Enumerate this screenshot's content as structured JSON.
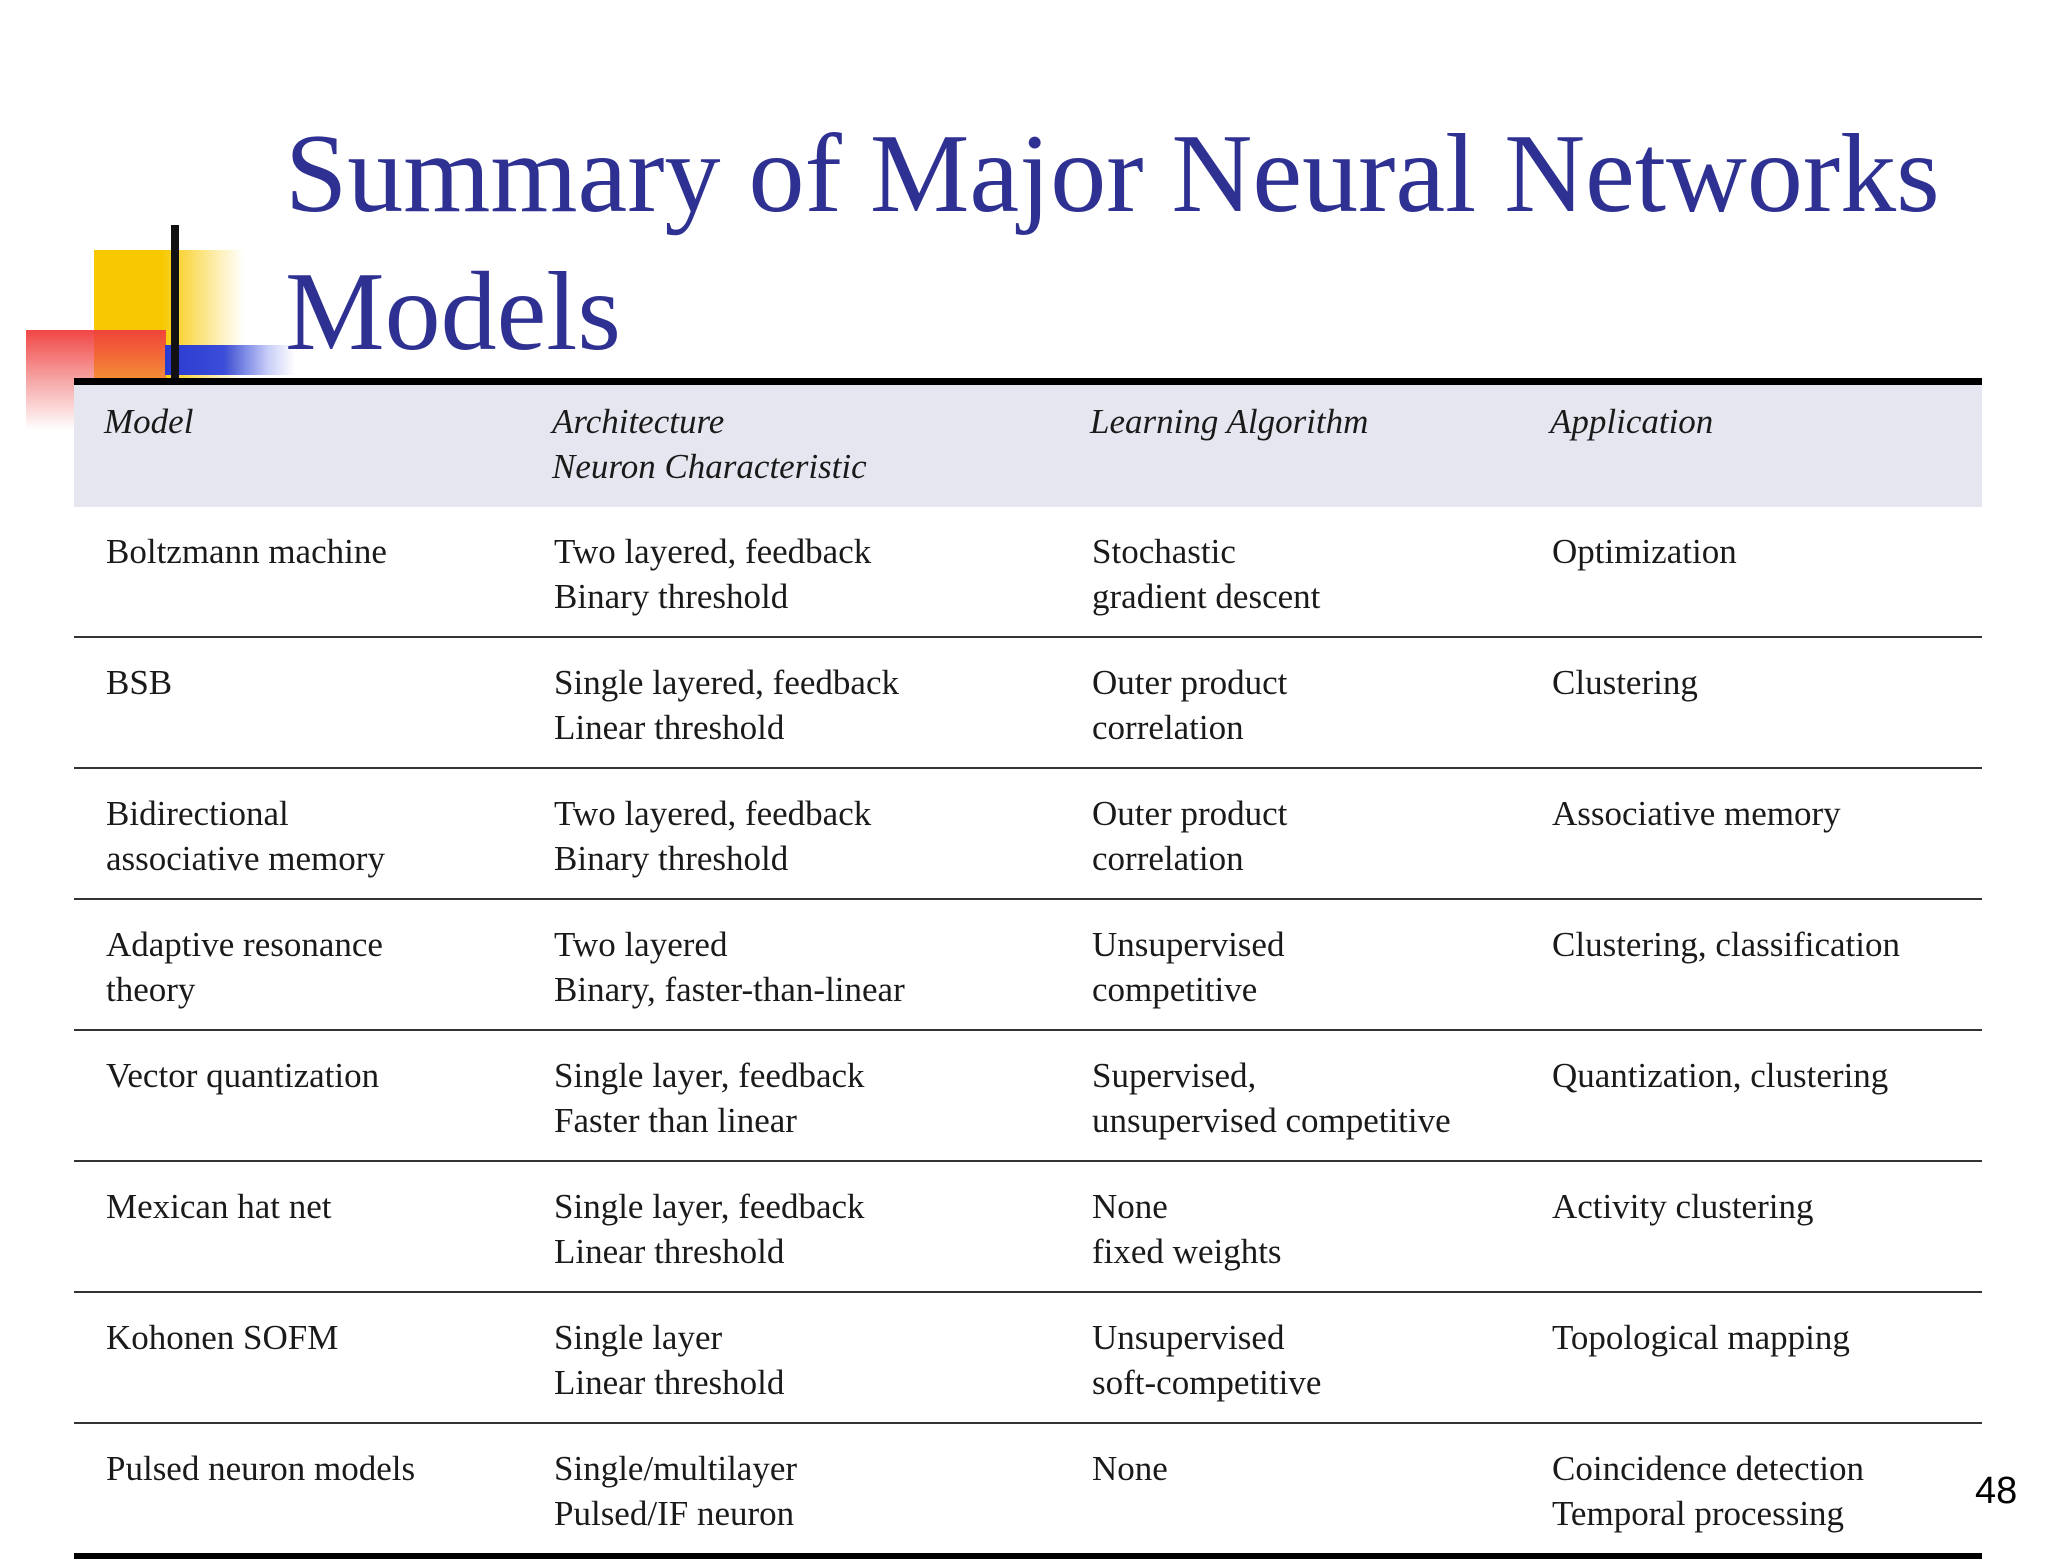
{
  "slide": {
    "title": "Summary of Major Neural Networks Models",
    "page_number": "48"
  },
  "table": {
    "headers": [
      [
        "Model"
      ],
      [
        "Architecture",
        "Neuron Characteristic"
      ],
      [
        "Learning Algorithm"
      ],
      [
        "Application"
      ]
    ],
    "rows": [
      [
        [
          "Boltzmann machine"
        ],
        [
          "Two layered, feedback",
          "Binary threshold"
        ],
        [
          "Stochastic",
          "gradient descent"
        ],
        [
          "Optimization"
        ]
      ],
      [
        [
          "BSB"
        ],
        [
          "Single layered, feedback",
          "Linear threshold"
        ],
        [
          "Outer product",
          "correlation"
        ],
        [
          "Clustering"
        ]
      ],
      [
        [
          "Bidirectional",
          "associative memory"
        ],
        [
          "Two layered, feedback",
          "Binary threshold"
        ],
        [
          "Outer product",
          "correlation"
        ],
        [
          "Associative memory"
        ]
      ],
      [
        [
          "Adaptive resonance",
          "theory"
        ],
        [
          "Two layered",
          "Binary, faster-than-linear"
        ],
        [
          "Unsupervised",
          "competitive"
        ],
        [
          "Clustering, classification"
        ]
      ],
      [
        [
          "Vector quantization"
        ],
        [
          "Single layer, feedback",
          "Faster than linear"
        ],
        [
          "Supervised,",
          "unsupervised competitive"
        ],
        [
          "Quantization, clustering"
        ]
      ],
      [
        [
          "Mexican hat net"
        ],
        [
          "Single layer, feedback",
          "Linear threshold"
        ],
        [
          "None",
          "fixed weights"
        ],
        [
          "Activity clustering"
        ]
      ],
      [
        [
          "Kohonen SOFM"
        ],
        [
          "Single layer",
          "Linear threshold"
        ],
        [
          "Unsupervised",
          "soft-competitive"
        ],
        [
          "Topological mapping"
        ]
      ],
      [
        [
          "Pulsed neuron models"
        ],
        [
          "Single/multilayer",
          "Pulsed/IF neuron"
        ],
        [
          "None"
        ],
        [
          "Coincidence detection",
          "Temporal processing"
        ]
      ]
    ]
  }
}
